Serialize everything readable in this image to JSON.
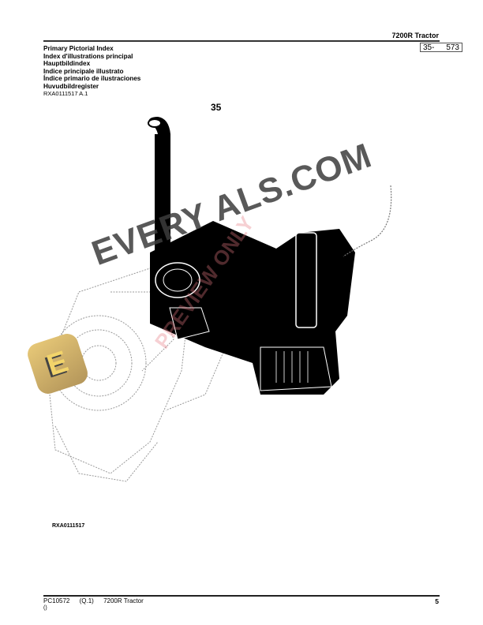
{
  "header": {
    "model_title": "7200R  Tractor",
    "page_ref": {
      "section": "35-",
      "number": "573"
    },
    "titles": [
      "Primary Pictorial Index",
      "Index d'illustrations principal",
      "Hauptbildindex",
      "Indice principale illustrato",
      "Índice primario de ilustraciones",
      "Huvudbildregister"
    ],
    "ref_code": "RXA0111517 A.1"
  },
  "figure": {
    "number": "35",
    "illustration": "engine-and-transmission-pictorial-index",
    "illustration_ref": "RXA0111517"
  },
  "watermark": {
    "logo_letter": "E",
    "text": "EVERY        ALS.COM",
    "pink_text": "PREVIEW ONLY"
  },
  "footer": {
    "catalog_id": "PC10572",
    "revision": "(Q.1)",
    "model": "7200R Tractor",
    "sub": "()",
    "page_number": "5"
  }
}
